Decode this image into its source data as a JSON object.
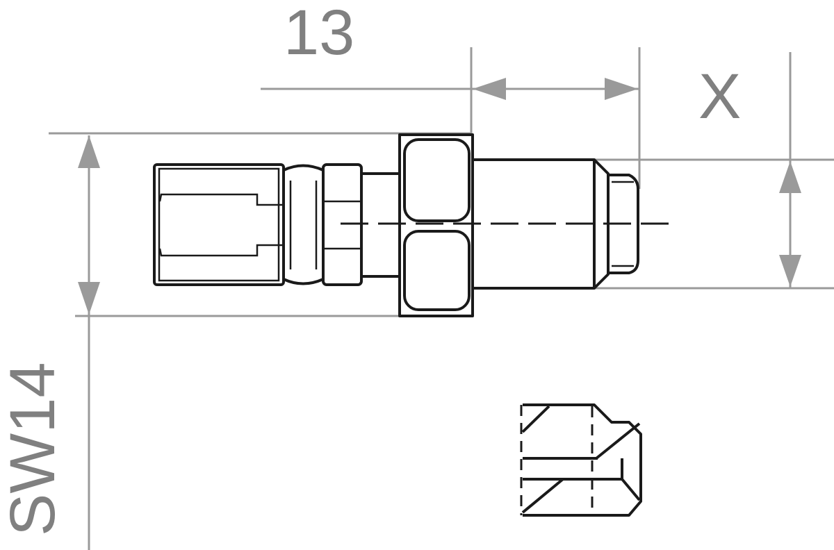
{
  "dimensions": {
    "length_label": "13",
    "thread_label": "X",
    "wrench_size_label": "SW14"
  },
  "colors": {
    "dimension_lines": "#9a9a9a",
    "part_outline": "#1a1a1a",
    "label_text": "#808080"
  }
}
